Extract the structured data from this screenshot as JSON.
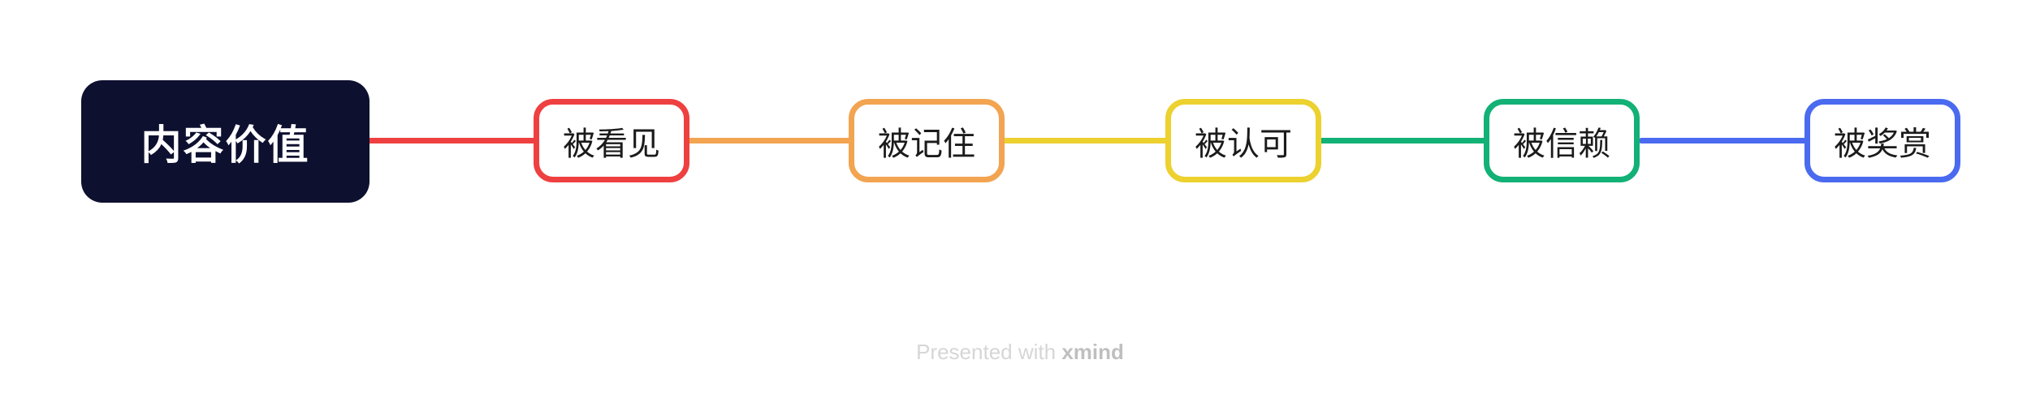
{
  "canvas": {
    "background": "#ffffff"
  },
  "mindmap": {
    "root": {
      "label": "内容价值",
      "fill": "#0e1030",
      "text_color": "#ffffff"
    },
    "children": [
      {
        "label": "被看见",
        "color": "#ee4040"
      },
      {
        "label": "被记住",
        "color": "#f2a451"
      },
      {
        "label": "被认可",
        "color": "#ecd12f"
      },
      {
        "label": "被信赖",
        "color": "#12b176"
      },
      {
        "label": "被奖赏",
        "color": "#4a6aef"
      }
    ]
  },
  "watermark": {
    "prefix": "Presented with",
    "brand": "xmind",
    "prefix_color": "#d6d6d6",
    "brand_color": "#bfbfbf"
  }
}
